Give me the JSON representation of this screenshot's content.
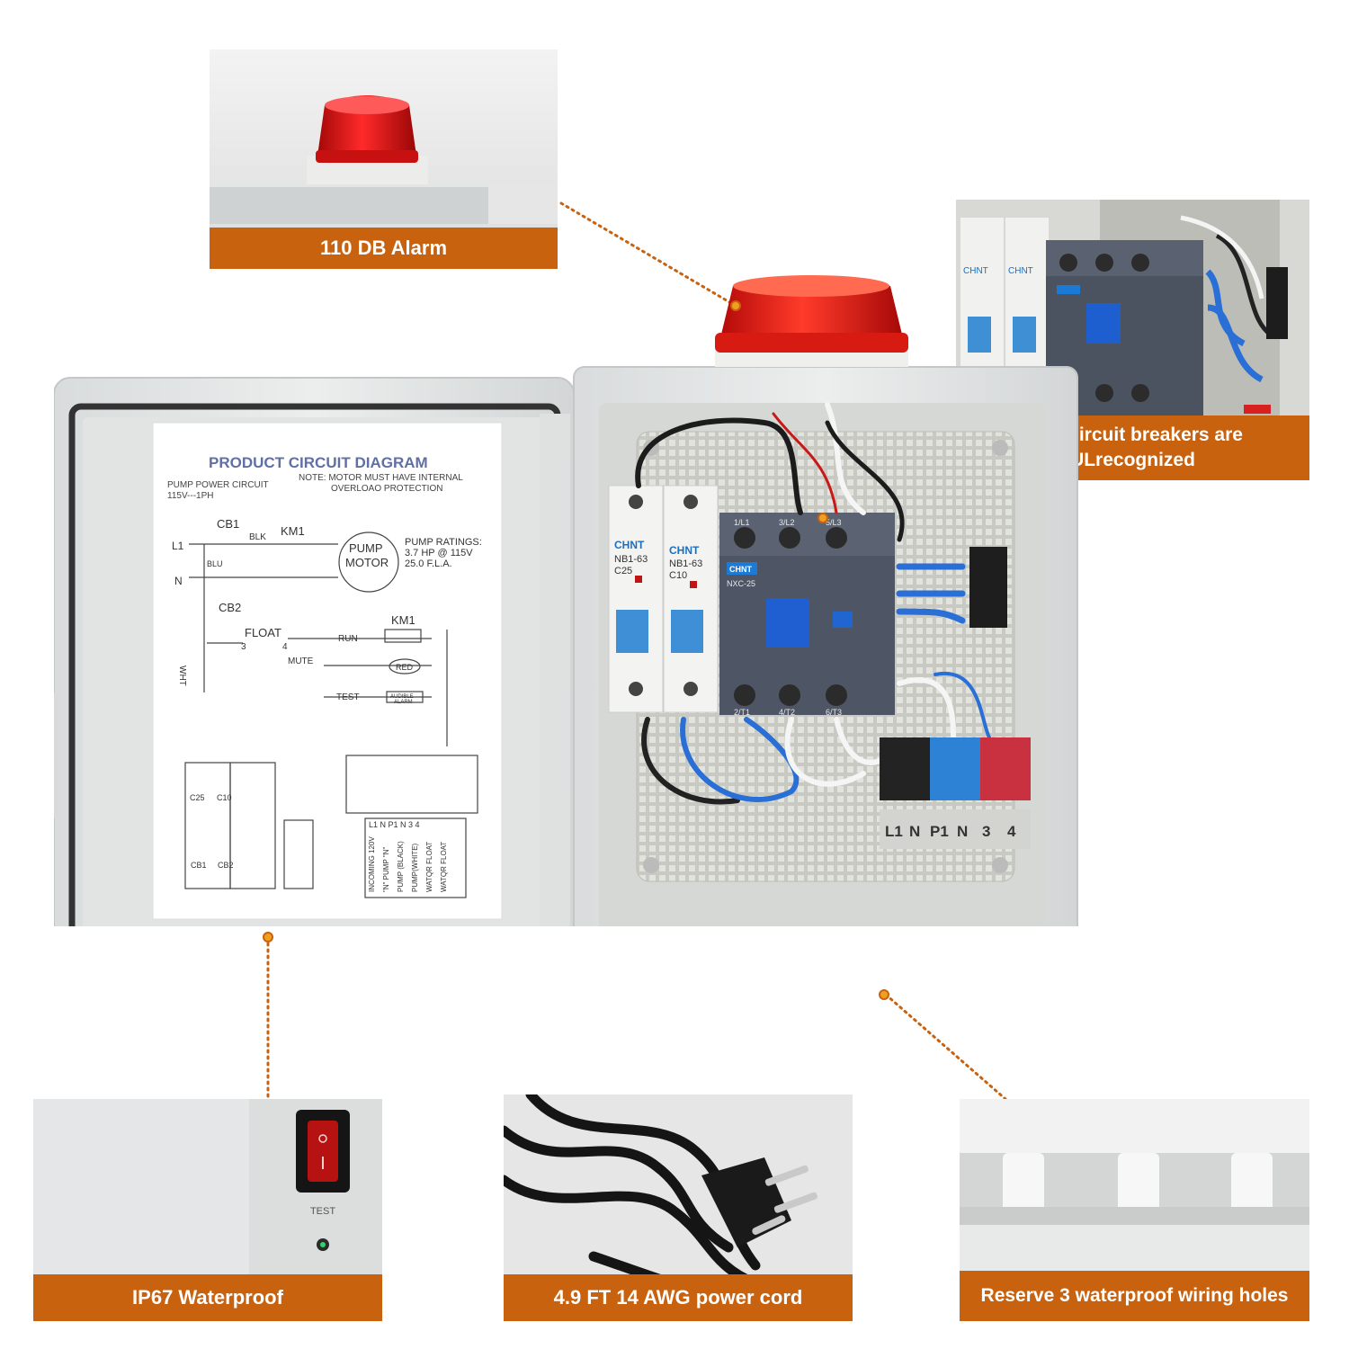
{
  "callouts": {
    "alarm": "110 DB Alarm",
    "ul": "Wire,circuit breakers are ULrecognized",
    "waterproof": "IP67 Waterproof",
    "cord": "4.9 FT 14 AWG power cord",
    "holes": "Reserve 3 waterproof wiring holes"
  },
  "switch_label": "TEST",
  "diagram": {
    "title": "PRODUCT CIRCUIT DIAGRAM",
    "subtitle_1": "PUMP POWER CIRCUIT",
    "subtitle_2": "115V---1PH",
    "note_1": "NOTE: MOTOR MUST HAVE INTERNAL",
    "note_2": "OVERLOAO PROTECTION",
    "cb1": "CB1",
    "blk": "BLK",
    "km1": "KM1",
    "pump_1": "PUMP",
    "motor": "MOTOR",
    "ratings_1": "PUMP RATINGS:",
    "ratings_2": "3.7 HP @ 115V",
    "ratings_3": "25.0 F.L.A.",
    "l1": "L1",
    "n": "N",
    "blu": "BLU",
    "cb2": "CB2",
    "float": "FLOAT",
    "t3": "3",
    "t4": "4",
    "km1b": "KM1",
    "run": "RUN",
    "red": "RED",
    "mute": "MUTE",
    "test": "TEST",
    "audible_1": "AUDIBLE",
    "audible_2": "ALARM",
    "wht": "WHT",
    "c25": "C25",
    "c10": "C10",
    "cb1b": "CB1",
    "cb2b": "CB2",
    "terminal_header": "L1 N P1 N 3 4",
    "col_1": "INCOMING 120V",
    "col_2": "\"N\" PUMP \"N\"",
    "col_3": "PUMP (BLACK)",
    "col_4": "PUMP(WHITE)",
    "col_5": "WATQR FLOAT",
    "col_6": "WATQR FLOAT"
  },
  "panel": {
    "brand_1": "CHNT",
    "brand_2": "CHNT",
    "brand_3": "CHNT",
    "breaker_1_model": "NB1-63",
    "breaker_1_rating": "C25",
    "breaker_2_model": "NB1-63",
    "breaker_2_rating": "C10",
    "contactor_model": "NXC-25",
    "top_1": "1/L1",
    "top_2": "3/L2",
    "top_3": "5/L3",
    "bot_1": "2/T1",
    "bot_2": "4/T2",
    "bot_3": "6/T3",
    "term_1": "L1",
    "term_2": "N",
    "term_3": "P1",
    "term_4": "N",
    "term_5": "3",
    "term_6": "4"
  }
}
